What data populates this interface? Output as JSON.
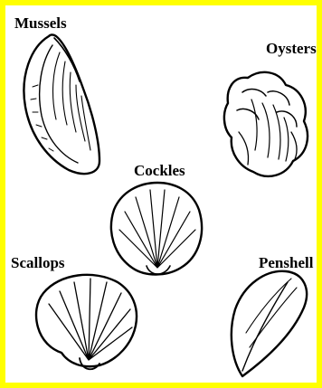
{
  "labels": {
    "mussels": "Mussels",
    "oysters": "Oysters",
    "cockles": "Cockles",
    "scallops": "Scallops",
    "penshell": "Penshell"
  },
  "colors": {
    "border": "#ffff00",
    "background": "#ffffff",
    "ink": "#000000"
  }
}
